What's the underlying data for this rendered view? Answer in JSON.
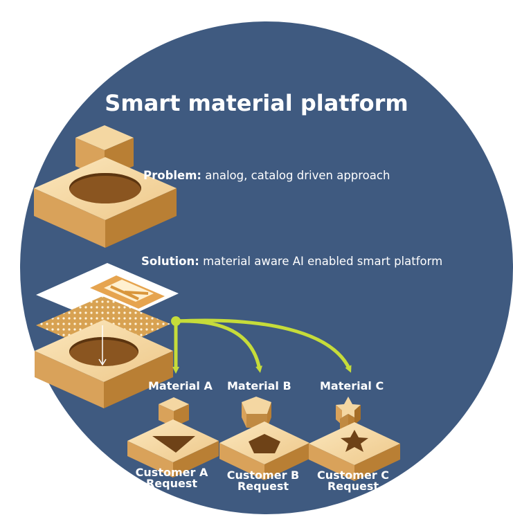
{
  "title": "Smart material platform",
  "problem": {
    "label": "Problem:",
    "text": " analog, catalog driven approach"
  },
  "solution": {
    "label": "Solution:",
    "text": " material aware AI enabled smart platform"
  },
  "materials": [
    {
      "name": "Material A",
      "shape": "triangle",
      "customer_line1": "Customer A",
      "customer_line2": "Request"
    },
    {
      "name": "Material B",
      "shape": "pentagon",
      "customer_line1": "Customer B",
      "customer_line2": "Request"
    },
    {
      "name": "Material C",
      "shape": "star",
      "customer_line1": "Customer C",
      "customer_line2": "Request"
    }
  ],
  "colors": {
    "background_circle": "#3f5a80",
    "block_top": "#f4d7a2",
    "block_left": "#d9a25a",
    "block_right": "#b97f34",
    "arrow": "#c6dc3a",
    "title": "#ffffff"
  }
}
